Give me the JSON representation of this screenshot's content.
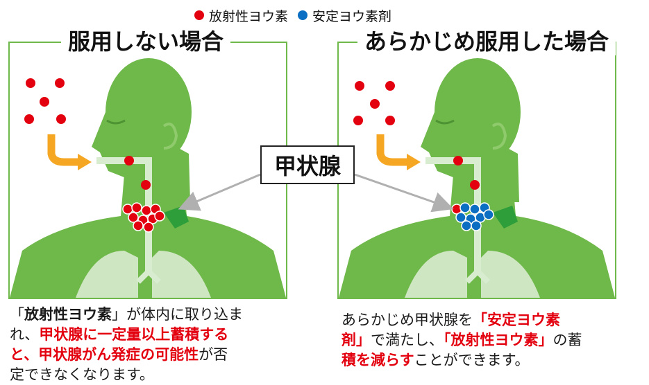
{
  "legend": {
    "radioactive": {
      "label": "放射性ヨウ素",
      "color": "#e3000f"
    },
    "stable": {
      "label": "安定ヨウ素剤",
      "color": "#0a6fc2"
    }
  },
  "panels": {
    "left_title": "服用しない場合",
    "right_title": "あらかじめ服用した場合"
  },
  "center_label": "甲状腺",
  "caption_left": {
    "p1": "「",
    "p2": "放射性ヨウ素",
    "p3": "」が体内に取り込ま",
    "p4": "れ、",
    "p5": "甲状腺に一定量以上蓄積する",
    "p6": "と、甲状腺がん発症の可能性",
    "p7": "が否",
    "p8": "定できなくなります。"
  },
  "caption_right": {
    "p1": "あらかじめ甲状腺を",
    "p2": "「安定ヨウ素",
    "p3": "剤」",
    "p4": "で満たし、",
    "p5": "「放射性ヨウ素」",
    "p6": "の蓄",
    "p7": "積を減らす",
    "p8": "ことができます。"
  },
  "icons": [
    "person-silhouette",
    "lungs",
    "thyroid",
    "arrow-intake",
    "pointer-arrow"
  ],
  "colors": {
    "body": "#6fb84a",
    "frame": "#6fb84a",
    "airway": "#d8ecd0",
    "arrow": "#f5a623"
  }
}
